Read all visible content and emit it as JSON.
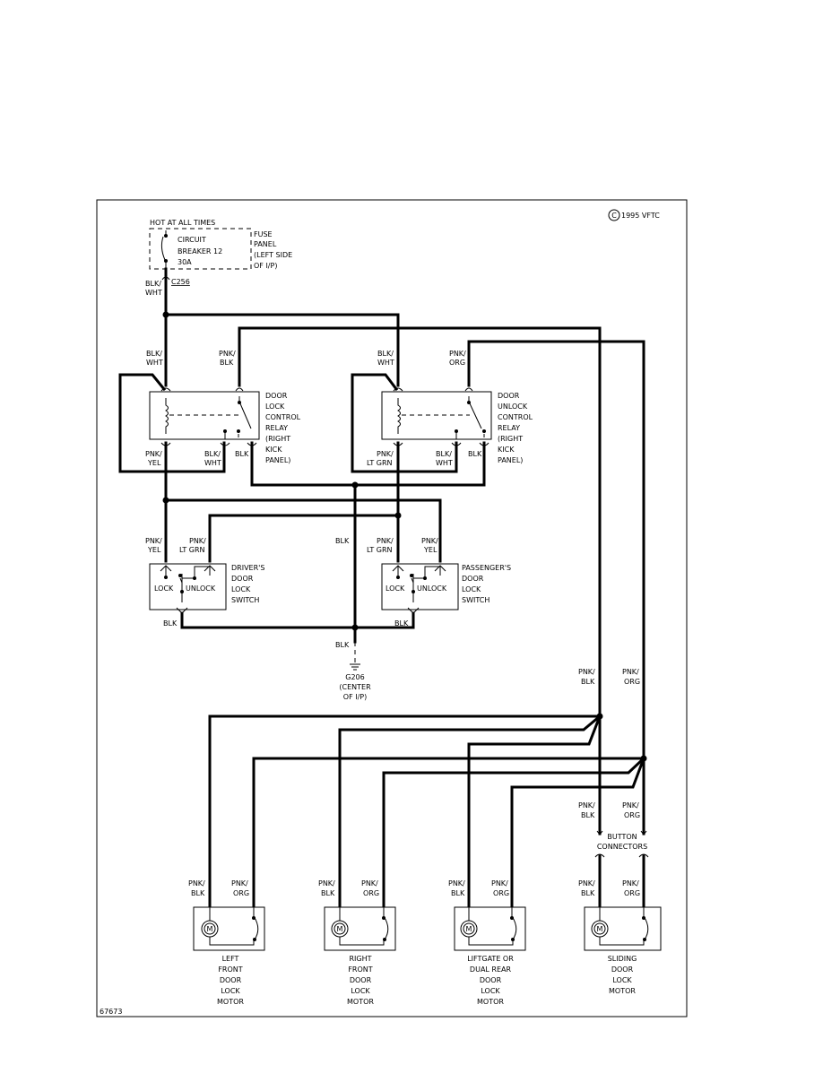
{
  "copyright": "1995 VFTC",
  "copyright_symbol": "C",
  "figure_id": "67673",
  "fuse": {
    "hot": "HOT AT ALL TIMES",
    "lines": [
      "CIRCUIT",
      "BREAKER 12",
      "30A"
    ],
    "panel": [
      "FUSE",
      "PANEL",
      "(LEFT SIDE",
      "OF I/P)"
    ],
    "connector": "C256"
  },
  "relay_lock": {
    "lines": [
      "DOOR",
      "LOCK",
      "CONTROL",
      "RELAY",
      "(RIGHT",
      "KICK",
      "PANEL)"
    ]
  },
  "relay_unlock": {
    "lines": [
      "DOOR",
      "UNLOCK",
      "CONTROL",
      "RELAY",
      "(RIGHT",
      "KICK",
      "PANEL)"
    ]
  },
  "switch_driver": {
    "lines": [
      "DRIVER'S",
      "DOOR",
      "LOCK",
      "SWITCH"
    ],
    "lock": "LOCK",
    "unlock": "UNLOCK"
  },
  "switch_passenger": {
    "lines": [
      "PASSENGER'S",
      "DOOR",
      "LOCK",
      "SWITCH"
    ],
    "lock": "LOCK",
    "unlock": "UNLOCK"
  },
  "ground": {
    "lines": [
      "G206",
      "(CENTER",
      "OF I/P)"
    ]
  },
  "button_connectors": [
    "BUTTON",
    "CONNECTORS"
  ],
  "wires": {
    "blk_wht": [
      "BLK/",
      "WHT"
    ],
    "pnk_blk": [
      "PNK/",
      "BLK"
    ],
    "pnk_org": [
      "PNK/",
      "ORG"
    ],
    "pnk_yel": [
      "PNK/",
      "YEL"
    ],
    "pnk_ltgrn": [
      "PNK/",
      "LT GRN"
    ],
    "blk": "BLK"
  },
  "motor_symbol": "M",
  "motors": [
    {
      "lines": [
        "LEFT",
        "FRONT",
        "DOOR",
        "LOCK",
        "MOTOR"
      ]
    },
    {
      "lines": [
        "RIGHT",
        "FRONT",
        "DOOR",
        "LOCK",
        "MOTOR"
      ]
    },
    {
      "lines": [
        "LIFTGATE OR",
        "DUAL REAR",
        "DOOR",
        "LOCK",
        "MOTOR"
      ]
    },
    {
      "lines": [
        "SLIDING",
        "DOOR",
        "LOCK",
        "MOTOR"
      ]
    }
  ]
}
